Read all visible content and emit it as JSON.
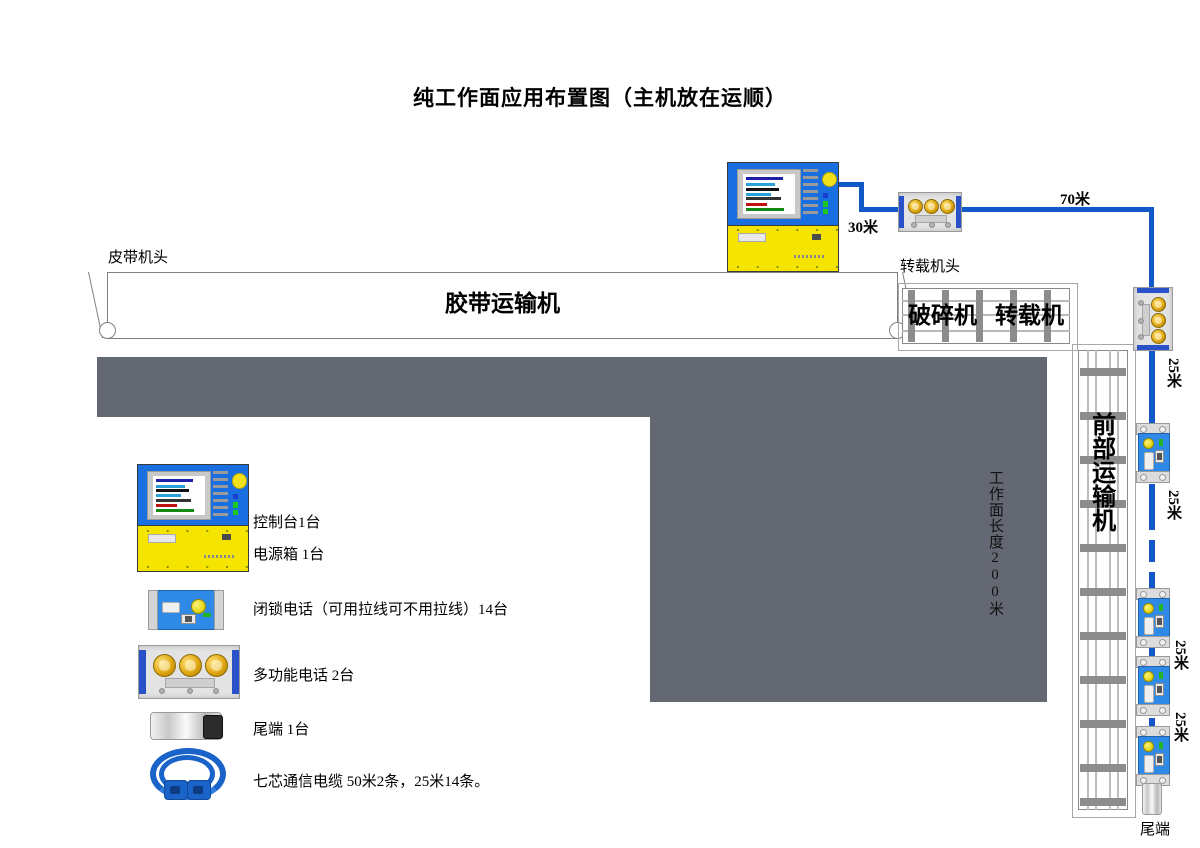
{
  "title": "纯工作面应用布置图（主机放在运顺）",
  "diagram": {
    "belt_conveyor_label": "胶带运输机",
    "belt_head_label": "皮带机头",
    "transfer_head_label": "转载机头",
    "crusher_label": "破碎机",
    "transfer_machine_label": "转载机",
    "front_conveyor_label": "前部运输机",
    "working_face_length_label": "工作面长度200米",
    "tail_end_label": "尾端",
    "cable_lengths": {
      "console_to_phone": "30米",
      "phone_to_corner": "70米",
      "seg1": "25米",
      "seg2": "25米",
      "seg3": "25米",
      "seg4": "25米"
    }
  },
  "legend": {
    "items": [
      {
        "icon": "control-console-icon",
        "label": "控制台1台"
      },
      {
        "icon": "power-box-icon",
        "label": "电源箱 1台"
      },
      {
        "icon": "interlock-phone-icon",
        "label": "闭锁电话（可用拉线可不用拉线）14台"
      },
      {
        "icon": "multifunction-phone-icon",
        "label": "多功能电话 2台"
      },
      {
        "icon": "terminal-icon",
        "label": "尾端 1台"
      },
      {
        "icon": "cable-coil-icon",
        "label": "七芯通信电缆 50米2条，25米14条。"
      }
    ]
  },
  "colors": {
    "cable_blue": "#1358c8",
    "working_face_gray": "#646873",
    "console_blue": "#1a6fe0",
    "power_box_yellow": "#f5e400",
    "phone_blue": "#2e8ae6"
  }
}
